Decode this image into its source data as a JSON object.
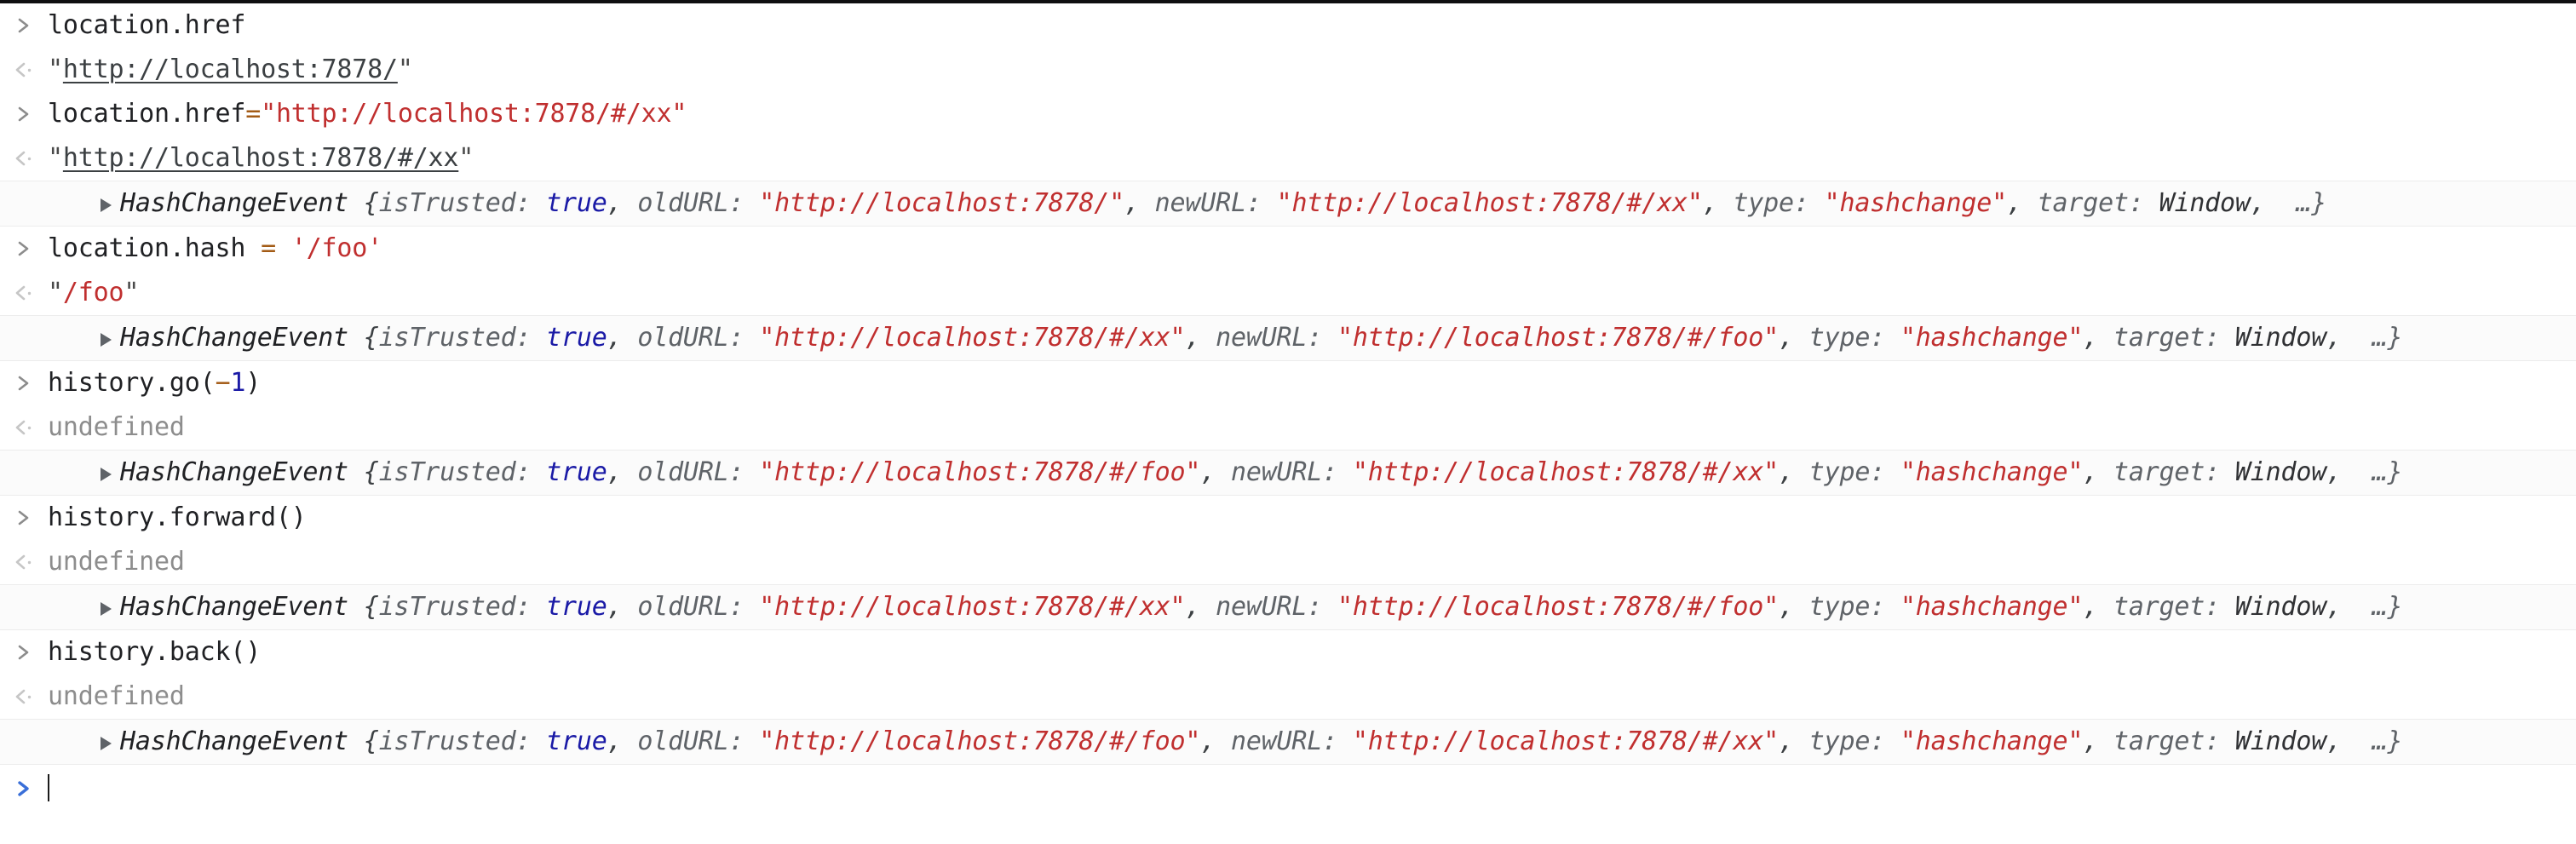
{
  "app": {
    "name": "devtools-console",
    "prompt_symbol": ">",
    "output_symbol": "<"
  },
  "colors": {
    "background": "#ffffff",
    "event_row_background": "#fbfbfb",
    "divider": "#ececec",
    "string": "#c02f2f",
    "number": "#1a1aa6",
    "boolean": "#1a1aa6",
    "operator": "#a35b15",
    "undefined": "#8d8d8d",
    "property": "#5f6368",
    "plain_text": "#202124",
    "link": "#3c4043",
    "active_prompt_chevron": "#3a6fd8",
    "inactive_prompt_chevron": "#8c8c8c",
    "output_chevron": "#c6c6c6",
    "top_edge_bar": "#0f0f10"
  },
  "event_template": {
    "constructor": "HashChangeEvent",
    "brace_open": "{",
    "brace_close": "}",
    "prop_is_trusted": "isTrusted",
    "prop_old_url": "oldURL",
    "prop_new_url": "newURL",
    "prop_type": "type",
    "prop_target": "target",
    "value_is_trusted": "true",
    "value_type": "hashchange",
    "value_target": "Window",
    "ellipsis": "…",
    "colon": ": ",
    "comma": ", ",
    "quote": "\""
  },
  "rows": [
    {
      "kind": "input",
      "name": "console-input-location-href",
      "segments": [
        {
          "cls": "tok-plain",
          "text": "location.href"
        }
      ]
    },
    {
      "kind": "output",
      "name": "console-output-location-href",
      "segments": [
        {
          "cls": "tok-string-q",
          "text": "\""
        },
        {
          "cls": "link-url",
          "text": "http://localhost:7878/"
        },
        {
          "cls": "tok-string-q",
          "text": "\""
        }
      ]
    },
    {
      "kind": "input",
      "name": "console-input-set-location-href",
      "segments": [
        {
          "cls": "tok-plain",
          "text": "location.href"
        },
        {
          "cls": "tok-operator",
          "text": "="
        },
        {
          "cls": "tok-string",
          "text": "\"http://localhost:7878/#/xx\""
        }
      ]
    },
    {
      "kind": "output",
      "name": "console-output-set-location-href",
      "segments": [
        {
          "cls": "tok-string-q",
          "text": "\""
        },
        {
          "cls": "link-url",
          "text": "http://localhost:7878/#/xx"
        },
        {
          "cls": "tok-string-q",
          "text": "\""
        }
      ]
    },
    {
      "kind": "event",
      "name": "console-event-hashchange-1",
      "old_url": "http://localhost:7878/",
      "new_url": "http://localhost:7878/#/xx"
    },
    {
      "kind": "input",
      "name": "console-input-location-hash",
      "segments": [
        {
          "cls": "tok-plain",
          "text": "location.hash "
        },
        {
          "cls": "tok-operator",
          "text": "="
        },
        {
          "cls": "tok-string",
          "text": " '/foo'"
        }
      ]
    },
    {
      "kind": "output",
      "name": "console-output-location-hash",
      "segments": [
        {
          "cls": "tok-string-q",
          "text": "\""
        },
        {
          "cls": "tok-string",
          "text": "/foo"
        },
        {
          "cls": "tok-string-q",
          "text": "\""
        }
      ]
    },
    {
      "kind": "event",
      "name": "console-event-hashchange-2",
      "old_url": "http://localhost:7878/#/xx",
      "new_url": "http://localhost:7878/#/foo"
    },
    {
      "kind": "input",
      "name": "console-input-history-go",
      "segments": [
        {
          "cls": "tok-plain",
          "text": "history.go("
        },
        {
          "cls": "tok-operator",
          "text": "−"
        },
        {
          "cls": "tok-number",
          "text": "1"
        },
        {
          "cls": "tok-plain",
          "text": ")"
        }
      ]
    },
    {
      "kind": "output",
      "name": "console-output-history-go",
      "segments": [
        {
          "cls": "tok-undefined",
          "text": "undefined"
        }
      ]
    },
    {
      "kind": "event",
      "name": "console-event-hashchange-3",
      "old_url": "http://localhost:7878/#/foo",
      "new_url": "http://localhost:7878/#/xx"
    },
    {
      "kind": "input",
      "name": "console-input-history-forward",
      "segments": [
        {
          "cls": "tok-plain",
          "text": "history.forward()"
        }
      ]
    },
    {
      "kind": "output",
      "name": "console-output-history-forward",
      "segments": [
        {
          "cls": "tok-undefined",
          "text": "undefined"
        }
      ]
    },
    {
      "kind": "event",
      "name": "console-event-hashchange-4",
      "old_url": "http://localhost:7878/#/xx",
      "new_url": "http://localhost:7878/#/foo"
    },
    {
      "kind": "input",
      "name": "console-input-history-back",
      "segments": [
        {
          "cls": "tok-plain",
          "text": "history.back()"
        }
      ]
    },
    {
      "kind": "output",
      "name": "console-output-history-back",
      "segments": [
        {
          "cls": "tok-undefined",
          "text": "undefined"
        }
      ]
    },
    {
      "kind": "event",
      "name": "console-event-hashchange-5",
      "old_url": "http://localhost:7878/#/foo",
      "new_url": "http://localhost:7878/#/xx"
    },
    {
      "kind": "prompt",
      "name": "console-prompt",
      "value": "",
      "placeholder": ""
    }
  ]
}
